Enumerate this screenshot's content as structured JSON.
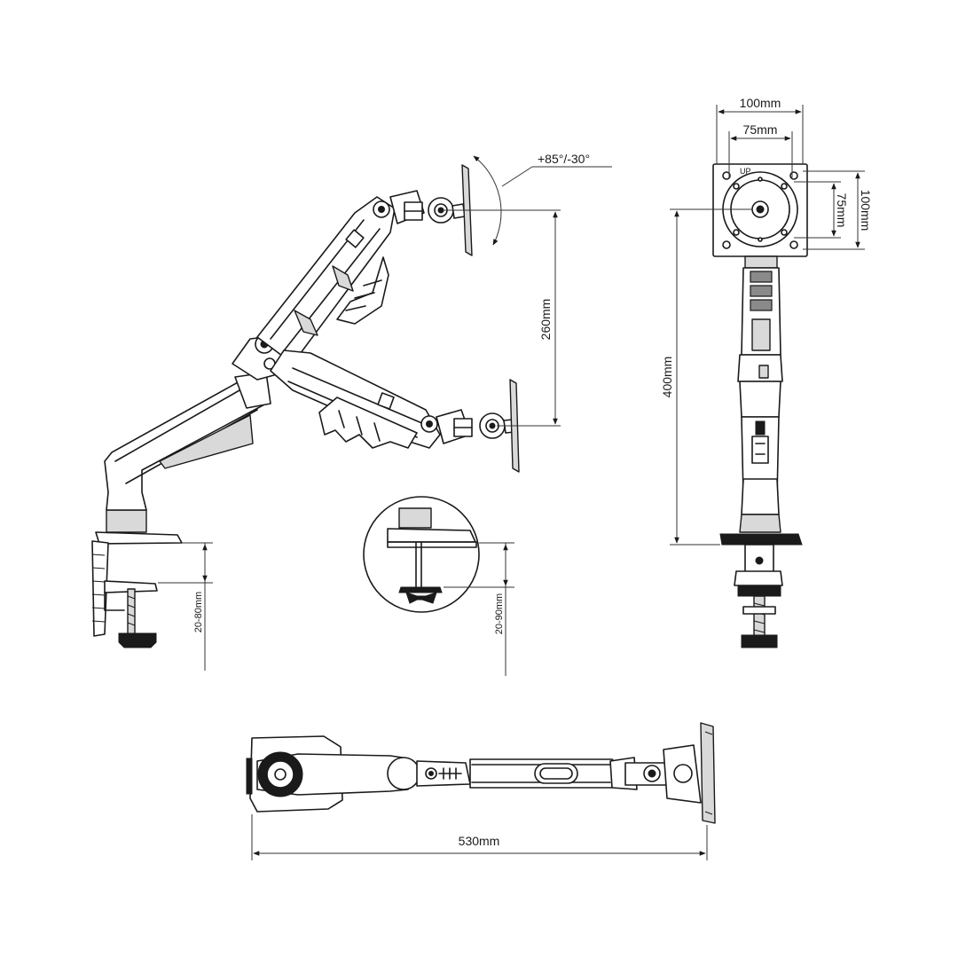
{
  "dimensions": {
    "angle": "+85°/-30°",
    "height_range": "260mm",
    "vesa_outer_width": "100mm",
    "vesa_inner_width": "75mm",
    "vesa_outer_height": "100mm",
    "vesa_inner_height": "75mm",
    "pole_height": "400mm",
    "clamp_range": "20-80mm",
    "grommet_range": "20-90mm",
    "arm_length": "530mm"
  },
  "labels": {
    "up_mark": "UP"
  },
  "colors": {
    "line": "#1a1a1a",
    "fill_light": "#d9d9d9",
    "fill_dark": "#8a8a8a"
  }
}
